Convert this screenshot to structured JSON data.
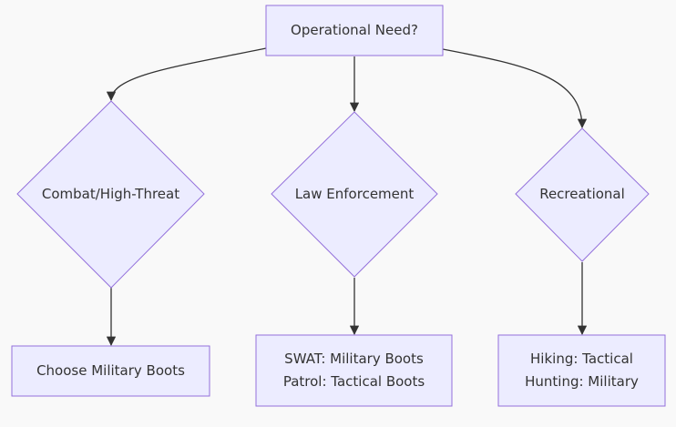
{
  "diagram": {
    "colors": {
      "node_fill": "#ececff",
      "node_stroke": "#9370db",
      "edge": "#333333",
      "text": "#333333",
      "background": "#f9f9f9"
    },
    "nodes": {
      "operational_need": {
        "label": "Operational Need?"
      },
      "combat": {
        "label": "Combat/High-Threat"
      },
      "law_enforcement": {
        "label": "Law Enforcement"
      },
      "recreational": {
        "label": "Recreational"
      },
      "military_boots": {
        "label": "Choose Military Boots"
      },
      "le_boots": {
        "line1": "SWAT: Military Boots",
        "line2": "Patrol: Tactical Boots"
      },
      "rec_boots": {
        "line1": "Hiking: Tactical",
        "line2": "Hunting: Military"
      }
    },
    "edges": [
      {
        "from": "operational_need",
        "to": "combat"
      },
      {
        "from": "operational_need",
        "to": "law_enforcement"
      },
      {
        "from": "operational_need",
        "to": "recreational"
      },
      {
        "from": "combat",
        "to": "military_boots"
      },
      {
        "from": "law_enforcement",
        "to": "le_boots"
      },
      {
        "from": "recreational",
        "to": "rec_boots"
      }
    ]
  }
}
